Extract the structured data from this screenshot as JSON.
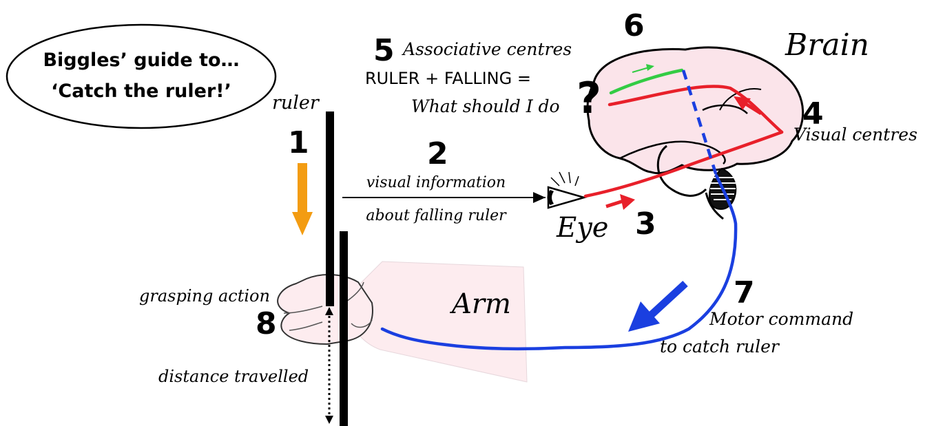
{
  "title_bubble": {
    "line1": "Biggles’ guide to…",
    "line2": "‘Catch the ruler!’"
  },
  "labels": {
    "ruler": "ruler",
    "brain": "Brain",
    "eye": "Eye",
    "arm": "Arm",
    "associative": "Associative centres",
    "equation": "RULER + FALLING =",
    "question_text": "What should I do",
    "question_mark": "?",
    "visual_info_1": "visual information",
    "visual_info_2": "about falling ruler",
    "visual_centres": "Visual centres",
    "motor_1": "Motor command",
    "motor_2": "to catch ruler",
    "grasping": "grasping action",
    "distance": "distance travelled"
  },
  "step_numbers": {
    "s1": "1",
    "s2": "2",
    "s3": "3",
    "s4": "4",
    "s5": "5",
    "s6": "6",
    "s7": "7",
    "s8": "8"
  },
  "colors": {
    "visual_pathway": "#e8202a",
    "motor_pathway": "#1a3fe0",
    "association_pathway": "#33cc44",
    "fall_arrow": "#f39c12",
    "brain_fill": "#fbe4ea",
    "skin_fill": "#fdecef",
    "ruler": "#000000"
  }
}
